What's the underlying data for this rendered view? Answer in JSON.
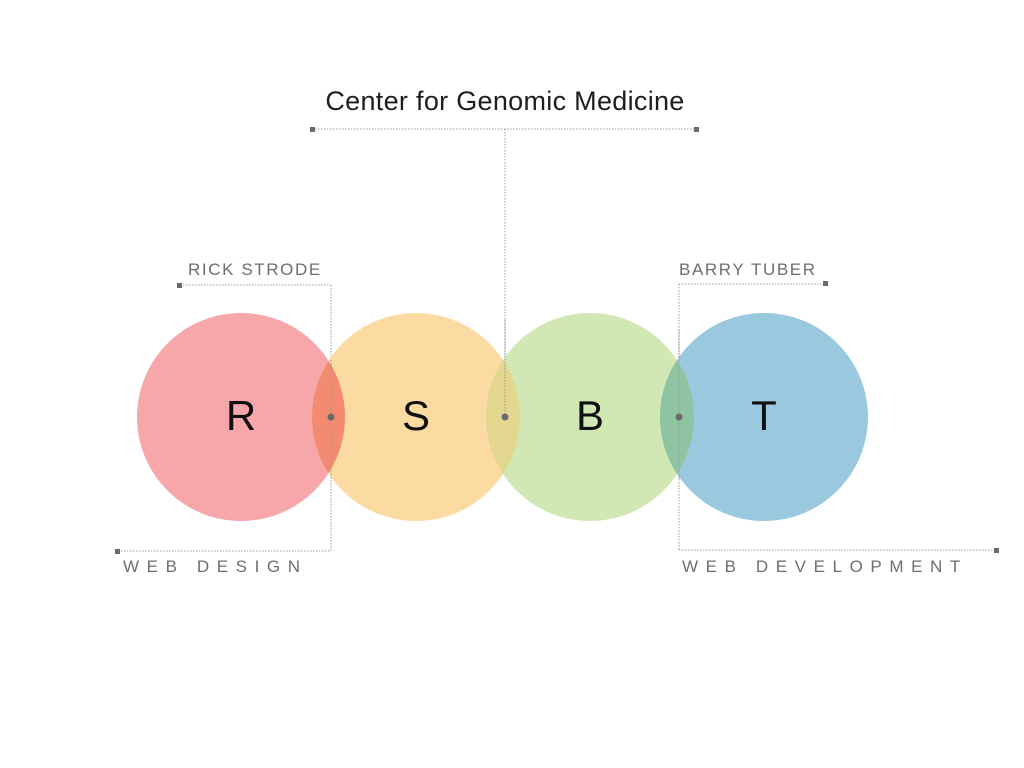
{
  "title": "Center for Genomic Medicine",
  "people": [
    {
      "name": "RICK STRODE",
      "role": "WEB DESIGN"
    },
    {
      "name": "BARRY TUBER",
      "role": "WEB DEVELOPMENT"
    }
  ],
  "circles": [
    {
      "letter": "R",
      "color": "#f7a6aa"
    },
    {
      "letter": "S",
      "color": "#fbdba2"
    },
    {
      "letter": "B",
      "color": "#d2e8b4"
    },
    {
      "letter": "T",
      "color": "#9ac8de"
    }
  ],
  "overlap_colors": [
    "#f48b70",
    "#e3d68f",
    "#8fc4a2"
  ],
  "line_color": "#9a9a9a",
  "marker_color": "#6a6a6a"
}
